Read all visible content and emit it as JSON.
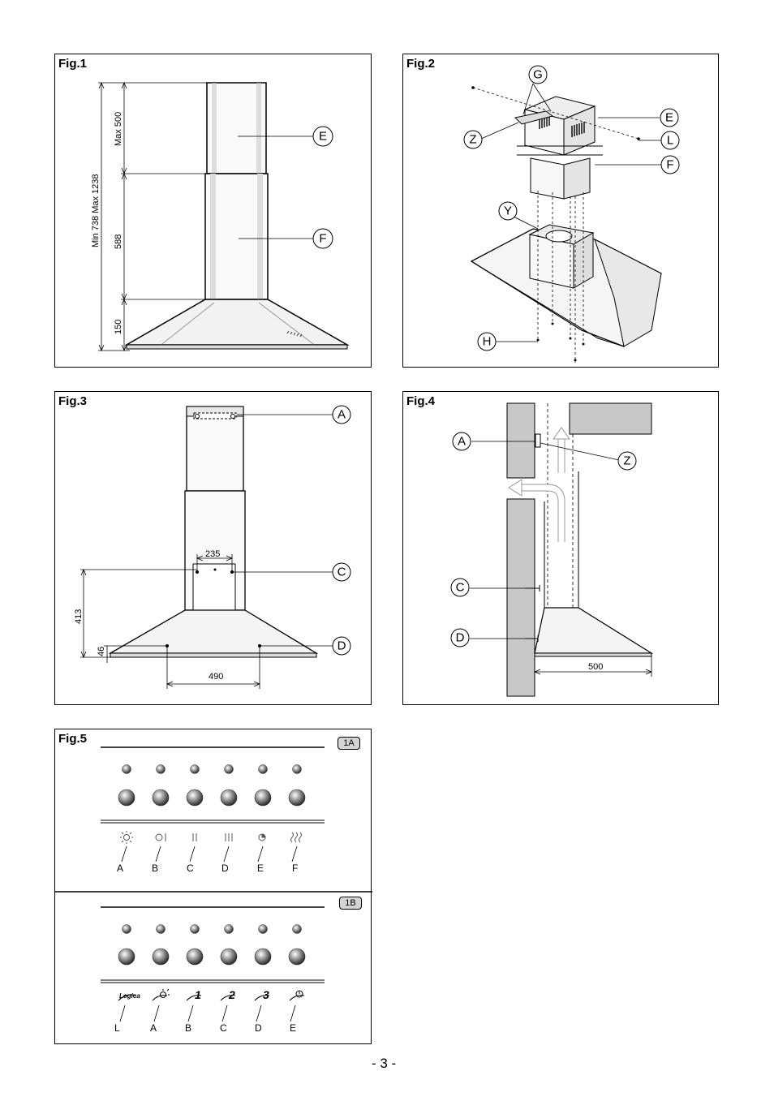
{
  "fig1": {
    "title": "Fig.1",
    "callouts": [
      "E",
      "F"
    ],
    "dims": {
      "max500": "Max 500",
      "range": "Min 738   Max 1238",
      "d588": "588",
      "d150": "150"
    }
  },
  "fig2": {
    "title": "Fig.2",
    "callouts": [
      "G",
      "E",
      "Z",
      "L",
      "F",
      "Y",
      "H"
    ]
  },
  "fig3": {
    "title": "Fig.3",
    "callouts": [
      "A",
      "C",
      "D"
    ],
    "dims": {
      "d235": "235",
      "d413": "413",
      "d46": "46",
      "d490": "490"
    }
  },
  "fig4": {
    "title": "Fig.4",
    "callouts": [
      "A",
      "Z",
      "C",
      "D"
    ],
    "dims": {
      "d500": "500"
    }
  },
  "fig5": {
    "title": "Fig.5",
    "panel_1a": {
      "badge": "1A",
      "letters": [
        "A",
        "B",
        "C",
        "D",
        "E",
        "F"
      ],
      "icons": [
        "light-icon",
        "on-off-icon",
        "speed-2-icon",
        "speed-3-icon",
        "timer-icon",
        "heat-icon"
      ]
    },
    "panel_1b": {
      "badge": "1B",
      "letters": [
        "L",
        "A",
        "B",
        "C",
        "D",
        "E"
      ],
      "icons": [
        "logica-icon",
        "light-icon",
        "speed-1-icon",
        "speed-2-icon",
        "speed-3-icon",
        "timer-icon"
      ],
      "logo_text": "Logica"
    }
  },
  "page_number": "- 3 -"
}
